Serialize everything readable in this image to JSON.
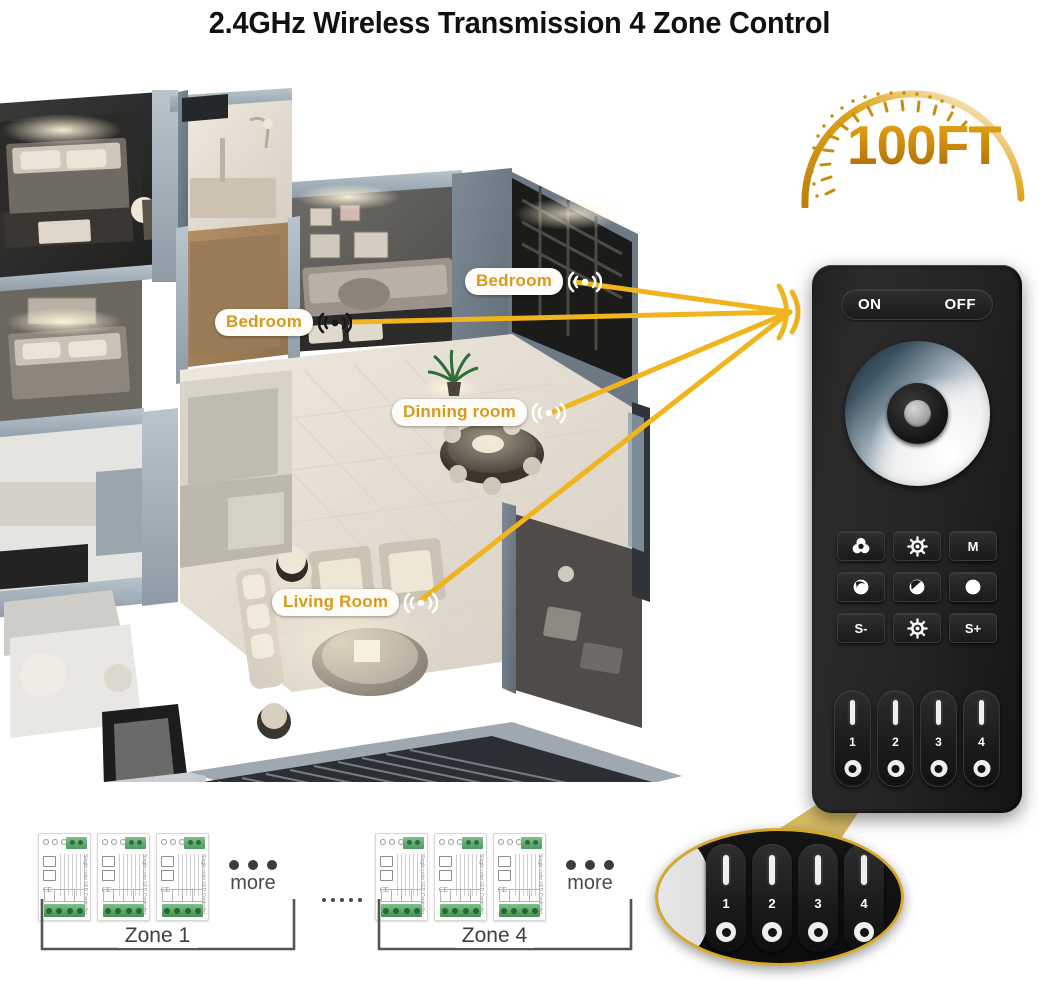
{
  "header": {
    "title": "2.4GHz Wireless Transmission 4 Zone Control"
  },
  "badge": {
    "value": "100FT",
    "icon": "gauge-arc-icon"
  },
  "floorplan": {
    "alt": "3d-cutaway-apartment-floorplan",
    "labels": [
      {
        "id": "bedroom-left",
        "text": "Bedroom",
        "icon": "wireless-signal-icon"
      },
      {
        "id": "bedroom-right",
        "text": "Bedroom",
        "icon": "wireless-signal-icon"
      },
      {
        "id": "dinning-room",
        "text": "Dinning room",
        "icon": "wireless-signal-icon"
      },
      {
        "id": "living-room",
        "text": "Living Room",
        "icon": "wireless-signal-icon"
      }
    ]
  },
  "remote": {
    "power": {
      "on": "ON",
      "off": "OFF"
    },
    "dial": {
      "name": "color-wheel-dial",
      "center": "center-button"
    },
    "keypad": [
      {
        "label": "",
        "icon": "rgb-circles-icon"
      },
      {
        "label": "",
        "icon": "brightness-sun-icon"
      },
      {
        "label": "M",
        "icon": ""
      },
      {
        "label": "",
        "icon": "crescent-circle-icon"
      },
      {
        "label": "",
        "icon": "half-circle-icon"
      },
      {
        "label": "",
        "icon": "full-circle-icon"
      },
      {
        "label": "S-",
        "icon": ""
      },
      {
        "label": "",
        "icon": "brightness-sun-icon"
      },
      {
        "label": "S+",
        "icon": ""
      }
    ],
    "zones": [
      {
        "number": "1"
      },
      {
        "number": "2"
      },
      {
        "number": "3"
      },
      {
        "number": "4"
      }
    ]
  },
  "magnifier": {
    "name": "zone-buttons-magnifier",
    "zones": [
      {
        "number": "1"
      },
      {
        "number": "2"
      },
      {
        "number": "3"
      },
      {
        "number": "4"
      }
    ]
  },
  "zone_groups": [
    {
      "id": "zone1",
      "label": "Zone 1",
      "controllers": [
        {
          "name": "led-controller"
        },
        {
          "name": "led-controller"
        },
        {
          "name": "led-controller"
        }
      ],
      "more_label": "more"
    },
    {
      "id": "zone4",
      "label": "Zone 4",
      "controllers": [
        {
          "name": "led-controller"
        },
        {
          "name": "led-controller"
        },
        {
          "name": "led-controller"
        }
      ],
      "more_label": "more"
    }
  ],
  "colors": {
    "accent_gold": "#d99a1c",
    "beam_gold": "#f0b41e",
    "remote_black": "#222222",
    "terminal_green": "#4f9a60"
  }
}
